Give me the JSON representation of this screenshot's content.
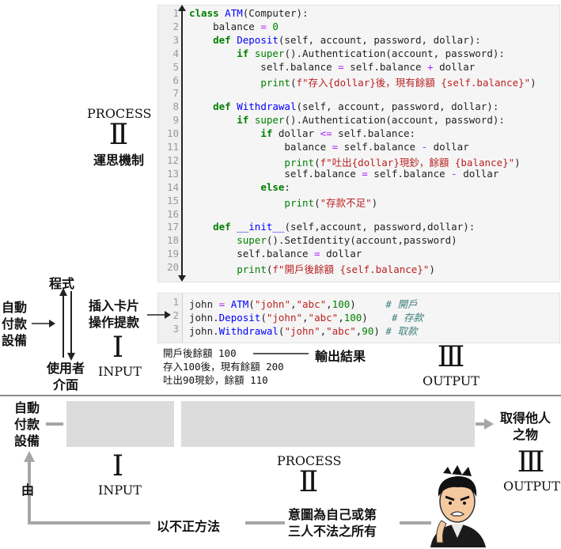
{
  "process_top": {
    "label": "PROCESS",
    "numeral": "Ⅱ",
    "caption": "運思機制"
  },
  "code_main": [
    "class ATM(Computer):",
    "    balance = 0",
    "    def Deposit(self, account, password, dollar):",
    "        if super().Authentication(account, password):",
    "            self.balance = self.balance + dollar",
    "            print(f\"存入{dollar}後，現有餘額 {self.balance}\")",
    "",
    "    def Withdrawal(self, account, password, dollar):",
    "        if super().Authentication(account, password):",
    "            if dollar <= self.balance:",
    "                balance = self.balance - dollar",
    "                print(f\"吐出{dollar}現鈔，餘額 {balance}\")",
    "                self.balance = self.balance - dollar",
    "            else:",
    "                print(\"存款不足\")",
    "",
    "    def __init__(self,account, password,dollar):",
    "        super().SetIdentity(account,password)",
    "        self.balance = dollar",
    "        print(f\"開戶後餘額 {self.balance}\")"
  ],
  "code_input": [
    "john = ATM(\"john\",\"abc\",100)     # 開戶",
    "john.Deposit(\"john\",\"abc\",100)    # 存款",
    "john.Withdrawal(\"john\",\"abc\",90) # 取款"
  ],
  "output_lines": [
    "開戶後餘額 100",
    "存入100後，現有餘額 200",
    "吐出90現鈔，餘額 110"
  ],
  "labels": {
    "program": "程式",
    "atm": "自動\n付款\n設備",
    "user": "使用者\n介面",
    "insert": "插入卡片\n操作提款",
    "input": "INPUT",
    "input_num": "Ⅰ",
    "output_result": "輸出結果",
    "output": "OUTPUT",
    "output_num": "Ⅲ"
  },
  "bottom": {
    "atm": "自動\n付款\n設備",
    "by": "由",
    "input": "INPUT",
    "input_num": "Ⅰ",
    "process": "PROCESS",
    "process_num": "Ⅱ",
    "illegal": "以不正方法",
    "intent": "意圖為自己或第\n三人不法之所有",
    "take": "取得他人\n之物",
    "output": "OUTPUT",
    "output_num": "Ⅲ"
  },
  "colors": {
    "arrow_gray": "#a6a6a6",
    "box_gray": "#dcdcdc"
  }
}
